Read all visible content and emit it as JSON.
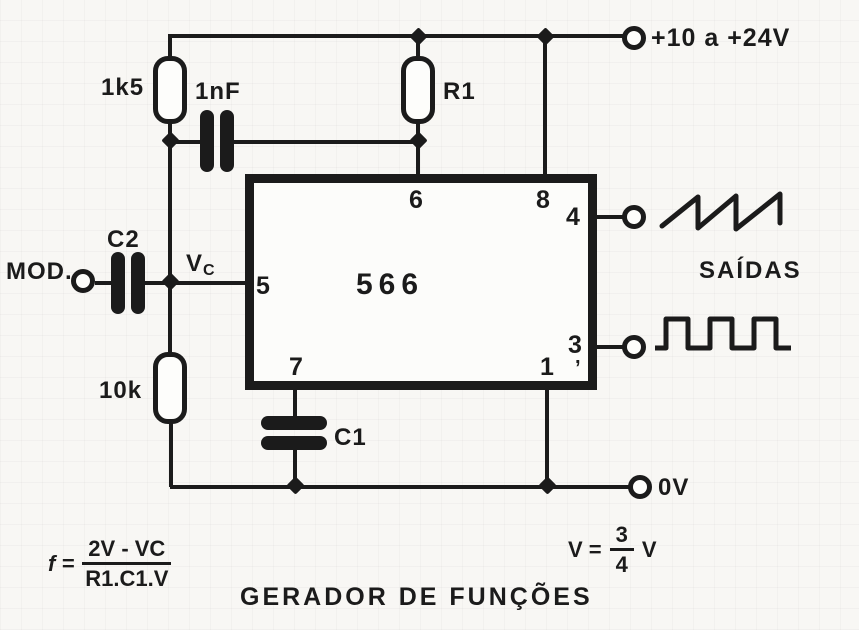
{
  "title": "GERADOR DE FUNÇÕES",
  "colors": {
    "ink": "#1b1b1b",
    "paper": "#f8f7f4"
  },
  "ic": {
    "label": "566",
    "pins": {
      "p1": "1",
      "p3": "3",
      "p4": "4",
      "p5": "5",
      "p6": "6",
      "p7": "7",
      "p8": "8"
    },
    "pin3_mark": ","
  },
  "components": {
    "r1k5": "1k5",
    "c1nf": "1nF",
    "r1": "R1",
    "c2": "C2",
    "r10k": "10k",
    "c1": "C1"
  },
  "labels": {
    "mod": "MOD.",
    "vc_main": "V",
    "vc_sub": "C",
    "supply": "+10 a +24V",
    "outputs": "SAÍDAS",
    "ground": "0V"
  },
  "formulas": {
    "freq": {
      "lhs": "f =",
      "num": "2V - VC",
      "den": "R1.C1.V"
    },
    "amp": {
      "lhs": "V =",
      "num": "3",
      "den": "4",
      "rhs": "V"
    }
  },
  "waveforms": {
    "sawtooth": "sawtooth-wave-icon",
    "square": "square-wave-icon"
  }
}
